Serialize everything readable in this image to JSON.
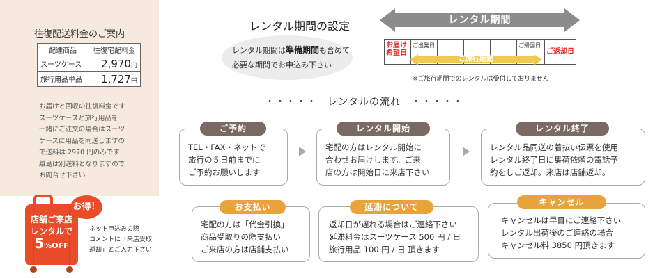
{
  "shipping": {
    "title": "往復配送料金のご案内",
    "col_item": "配達商品",
    "col_price": "往復宅配料金",
    "rows": [
      {
        "name": "スーツケース",
        "price": "2,970",
        "unit": "円"
      },
      {
        "name": "旅行用品単品",
        "price": "1,727",
        "unit": "円"
      }
    ],
    "note_lines": [
      "お届けと回収の往復料金です",
      "スーツケースと旅行用品を",
      "一緒にご注文の場合はスーツ",
      "ケースに用品を同送しますの",
      "で送料は 2970 円のみです",
      "離島は別送料となりますので",
      "お問合せ下さい"
    ]
  },
  "promo": {
    "line1": "店舗ご来店",
    "line2": "レンタルで",
    "pct_num": "5",
    "pct_suffix": "%OFF",
    "otoku": "お得！",
    "note_lines": [
      "ネット申込みの際",
      "コメントに「来店受取",
      "返却」とご入力下さい"
    ],
    "colors": {
      "case": "#e84c2a",
      "wheel": "#b8401f"
    }
  },
  "period": {
    "title": "レンタル期間の設定",
    "bubble_line1_pre": "レンタル期間は",
    "bubble_line1_bold": "準備期間",
    "bubble_line1_post": "も含めて",
    "bubble_line2": "必要な期間でお申込み下さい",
    "arrow_label": "レンタル期間",
    "cells": [
      {
        "text": "お届け\n希望日",
        "red": true
      },
      {
        "text": "ご出発日",
        "red": false
      },
      {
        "text": "",
        "red": false
      },
      {
        "text": "",
        "red": false
      },
      {
        "text": "",
        "red": false
      },
      {
        "text": "ご帰国日",
        "red": false
      },
      {
        "text": "ご返却日",
        "red": true
      }
    ],
    "trip_label": "ご旅行期間",
    "footnote": "※ご旅行期間でのレンタルは受付しておりません"
  },
  "flow": {
    "title": "・・・・・　レンタルの流れ　・・・・・",
    "steps": [
      {
        "label": "ご予約",
        "lines": [
          "TEL・FAX・ネットで",
          "旅行の５日前までに",
          "ご予約お願いします"
        ]
      },
      {
        "label": "レンタル開始",
        "lines": [
          "宅配の方はレンタル開始に",
          "合わせお届けします。ご来",
          "店の方は開始日に来店下さい"
        ]
      },
      {
        "label": "レンタル終了",
        "lines": [
          "レンタル品同送の着払い伝票を使用",
          "レンタル終了日に集荷依頼の電話予",
          "約をしご返却。来店は店舗返却。"
        ]
      }
    ],
    "info": [
      {
        "label": "お支払い",
        "lines": [
          "宅配の方は「代金引換」",
          "商品受取りの際支払い",
          "ご来店の方は店舗支払い"
        ]
      },
      {
        "label": "延滞について",
        "lines": [
          "返却日が遅れる場合はご連絡下さい",
          "延滞料金はスーツケース 500 円 / 日",
          "旅行用品 100 円 / 日 頂きます"
        ]
      },
      {
        "label": "キャンセル",
        "lines": [
          "キャンセルは早目にご連絡下さい",
          "レンタル出荷後のご連絡の場合",
          "キャンセル料 3850 円頂きます"
        ]
      }
    ]
  },
  "colors": {
    "panel": "#f6eadf",
    "grey_label": "#7a6a62",
    "orange_label": "#e8a33d",
    "accent_red": "#e02b2b"
  }
}
